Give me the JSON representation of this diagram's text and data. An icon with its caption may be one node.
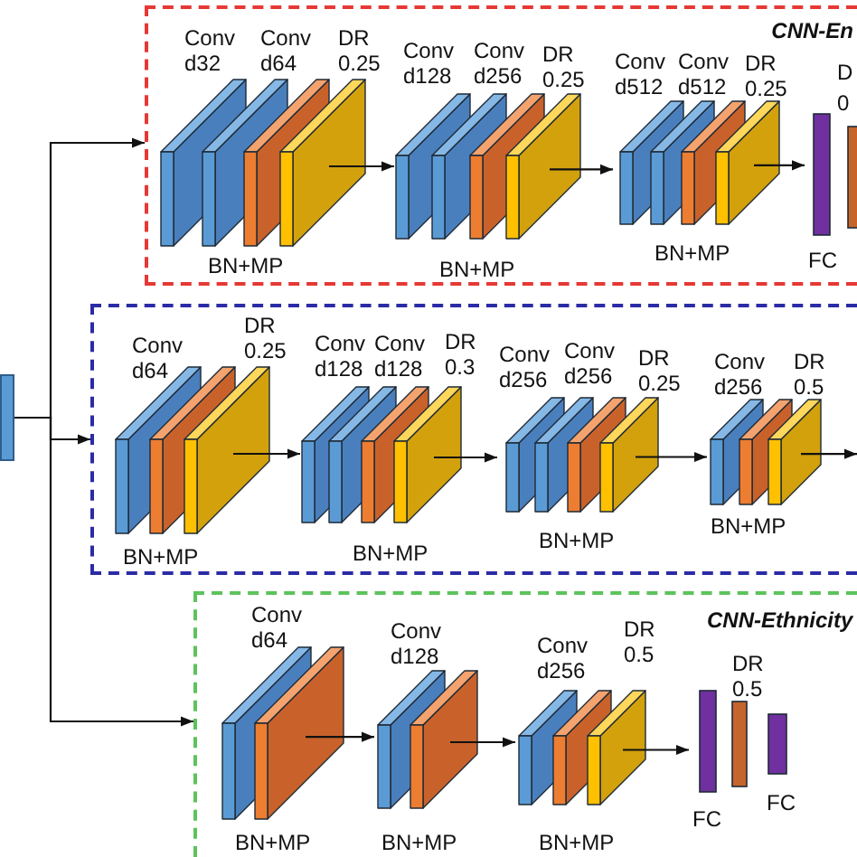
{
  "diagram": {
    "nodes": [
      {
        "text": [],
        "shape": "box"
      },
      {
        "text": [
          "CNN-En"
        ]
      },
      {
        "text": [
          "Conv d32",
          "Conv d64",
          "DR 0.25",
          "BN+MP"
        ],
        "in": 1
      },
      {
        "text": [
          "Conv d128",
          "Conv d256",
          "DR 0.25",
          "BN+MP"
        ],
        "in": 1
      },
      {
        "text": [
          "Conv d512",
          "Conv d512",
          "DR 0.25",
          "BN+MP"
        ],
        "in": 1
      },
      {
        "text": [
          "FC",
          "D",
          "0"
        ],
        "in": 1
      },
      {
        "text": [],
        "shape": "box"
      },
      {
        "text": [
          "Conv d64",
          "DR 0.25",
          "BN+MP"
        ],
        "in": 6
      },
      {
        "text": [
          "Conv d128",
          "Conv d128",
          "DR 0.3",
          "BN+MP"
        ],
        "in": 6
      },
      {
        "text": [
          "Conv d256",
          "Conv d256",
          "DR 0.25",
          "BN+MP"
        ],
        "in": 6
      },
      {
        "text": [
          "Conv d256",
          "DR 0.5",
          "BN+MP"
        ],
        "in": 6
      },
      {
        "text": [
          "CNN-Ethnicity"
        ]
      },
      {
        "text": [
          "Conv d64",
          "BN+MP"
        ],
        "in": 11
      },
      {
        "text": [
          "Conv d128",
          "BN+MP"
        ],
        "in": 11
      },
      {
        "text": [
          "Conv d256",
          "DR 0.5",
          "BN+MP"
        ],
        "in": 11
      },
      {
        "text": [
          "FC",
          "DR 0.5",
          "FC"
        ],
        "in": 11
      }
    ],
    "edges": [
      {
        "from": 0,
        "to": 1,
        "arrow": "to"
      },
      {
        "from": 0,
        "to": 6,
        "arrow": "to"
      },
      {
        "from": 0,
        "to": 11,
        "arrow": "to"
      },
      {
        "from": 2,
        "to": 3,
        "arrow": "to"
      },
      {
        "from": 3,
        "to": 4,
        "arrow": "to"
      },
      {
        "from": 4,
        "to": 5,
        "arrow": "to"
      },
      {
        "from": 7,
        "to": 8,
        "arrow": "to"
      },
      {
        "from": 8,
        "to": 9,
        "arrow": "to"
      },
      {
        "from": 9,
        "to": 10,
        "arrow": "to"
      },
      {
        "from": 10,
        "to": null,
        "arrow": "to"
      },
      {
        "from": 12,
        "to": 13,
        "arrow": "to"
      },
      {
        "from": 13,
        "to": 14,
        "arrow": "to"
      },
      {
        "from": 14,
        "to": 15,
        "arrow": "to"
      }
    ]
  }
}
